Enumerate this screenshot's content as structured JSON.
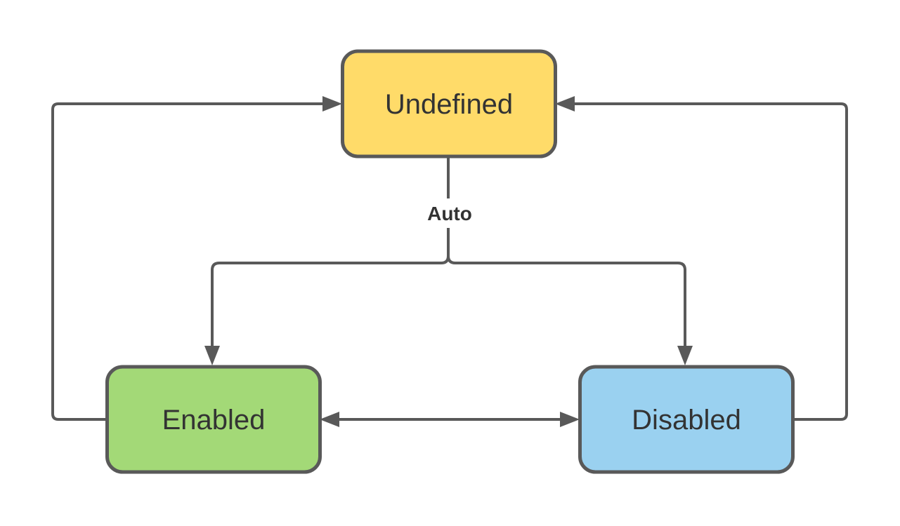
{
  "diagram": {
    "type": "state-diagram",
    "colors": {
      "background": "#ffffff",
      "stroke": "#595959",
      "text": "#333333",
      "label_backing": "#ffffff"
    },
    "nodes": [
      {
        "id": "undefined",
        "label": "Undefined",
        "fill": "#FFDB69",
        "position": "top-center"
      },
      {
        "id": "enabled",
        "label": "Enabled",
        "fill": "#A3D977",
        "position": "bottom-left"
      },
      {
        "id": "disabled",
        "label": "Disabled",
        "fill": "#9AD1F0",
        "position": "bottom-right"
      }
    ],
    "edges": [
      {
        "from": "enabled",
        "to": "undefined",
        "label": "",
        "route": "left-side-loop"
      },
      {
        "from": "disabled",
        "to": "undefined",
        "label": "",
        "route": "right-side-loop"
      },
      {
        "from": "enabled",
        "to": "disabled",
        "label": "",
        "bidirectional": true,
        "route": "horizontal-middle"
      },
      {
        "from": "undefined",
        "to": "enabled",
        "label": "Auto",
        "route": "branch-left"
      },
      {
        "from": "undefined",
        "to": "disabled",
        "label": "Auto",
        "route": "branch-right"
      }
    ],
    "branch_label": "Auto"
  }
}
